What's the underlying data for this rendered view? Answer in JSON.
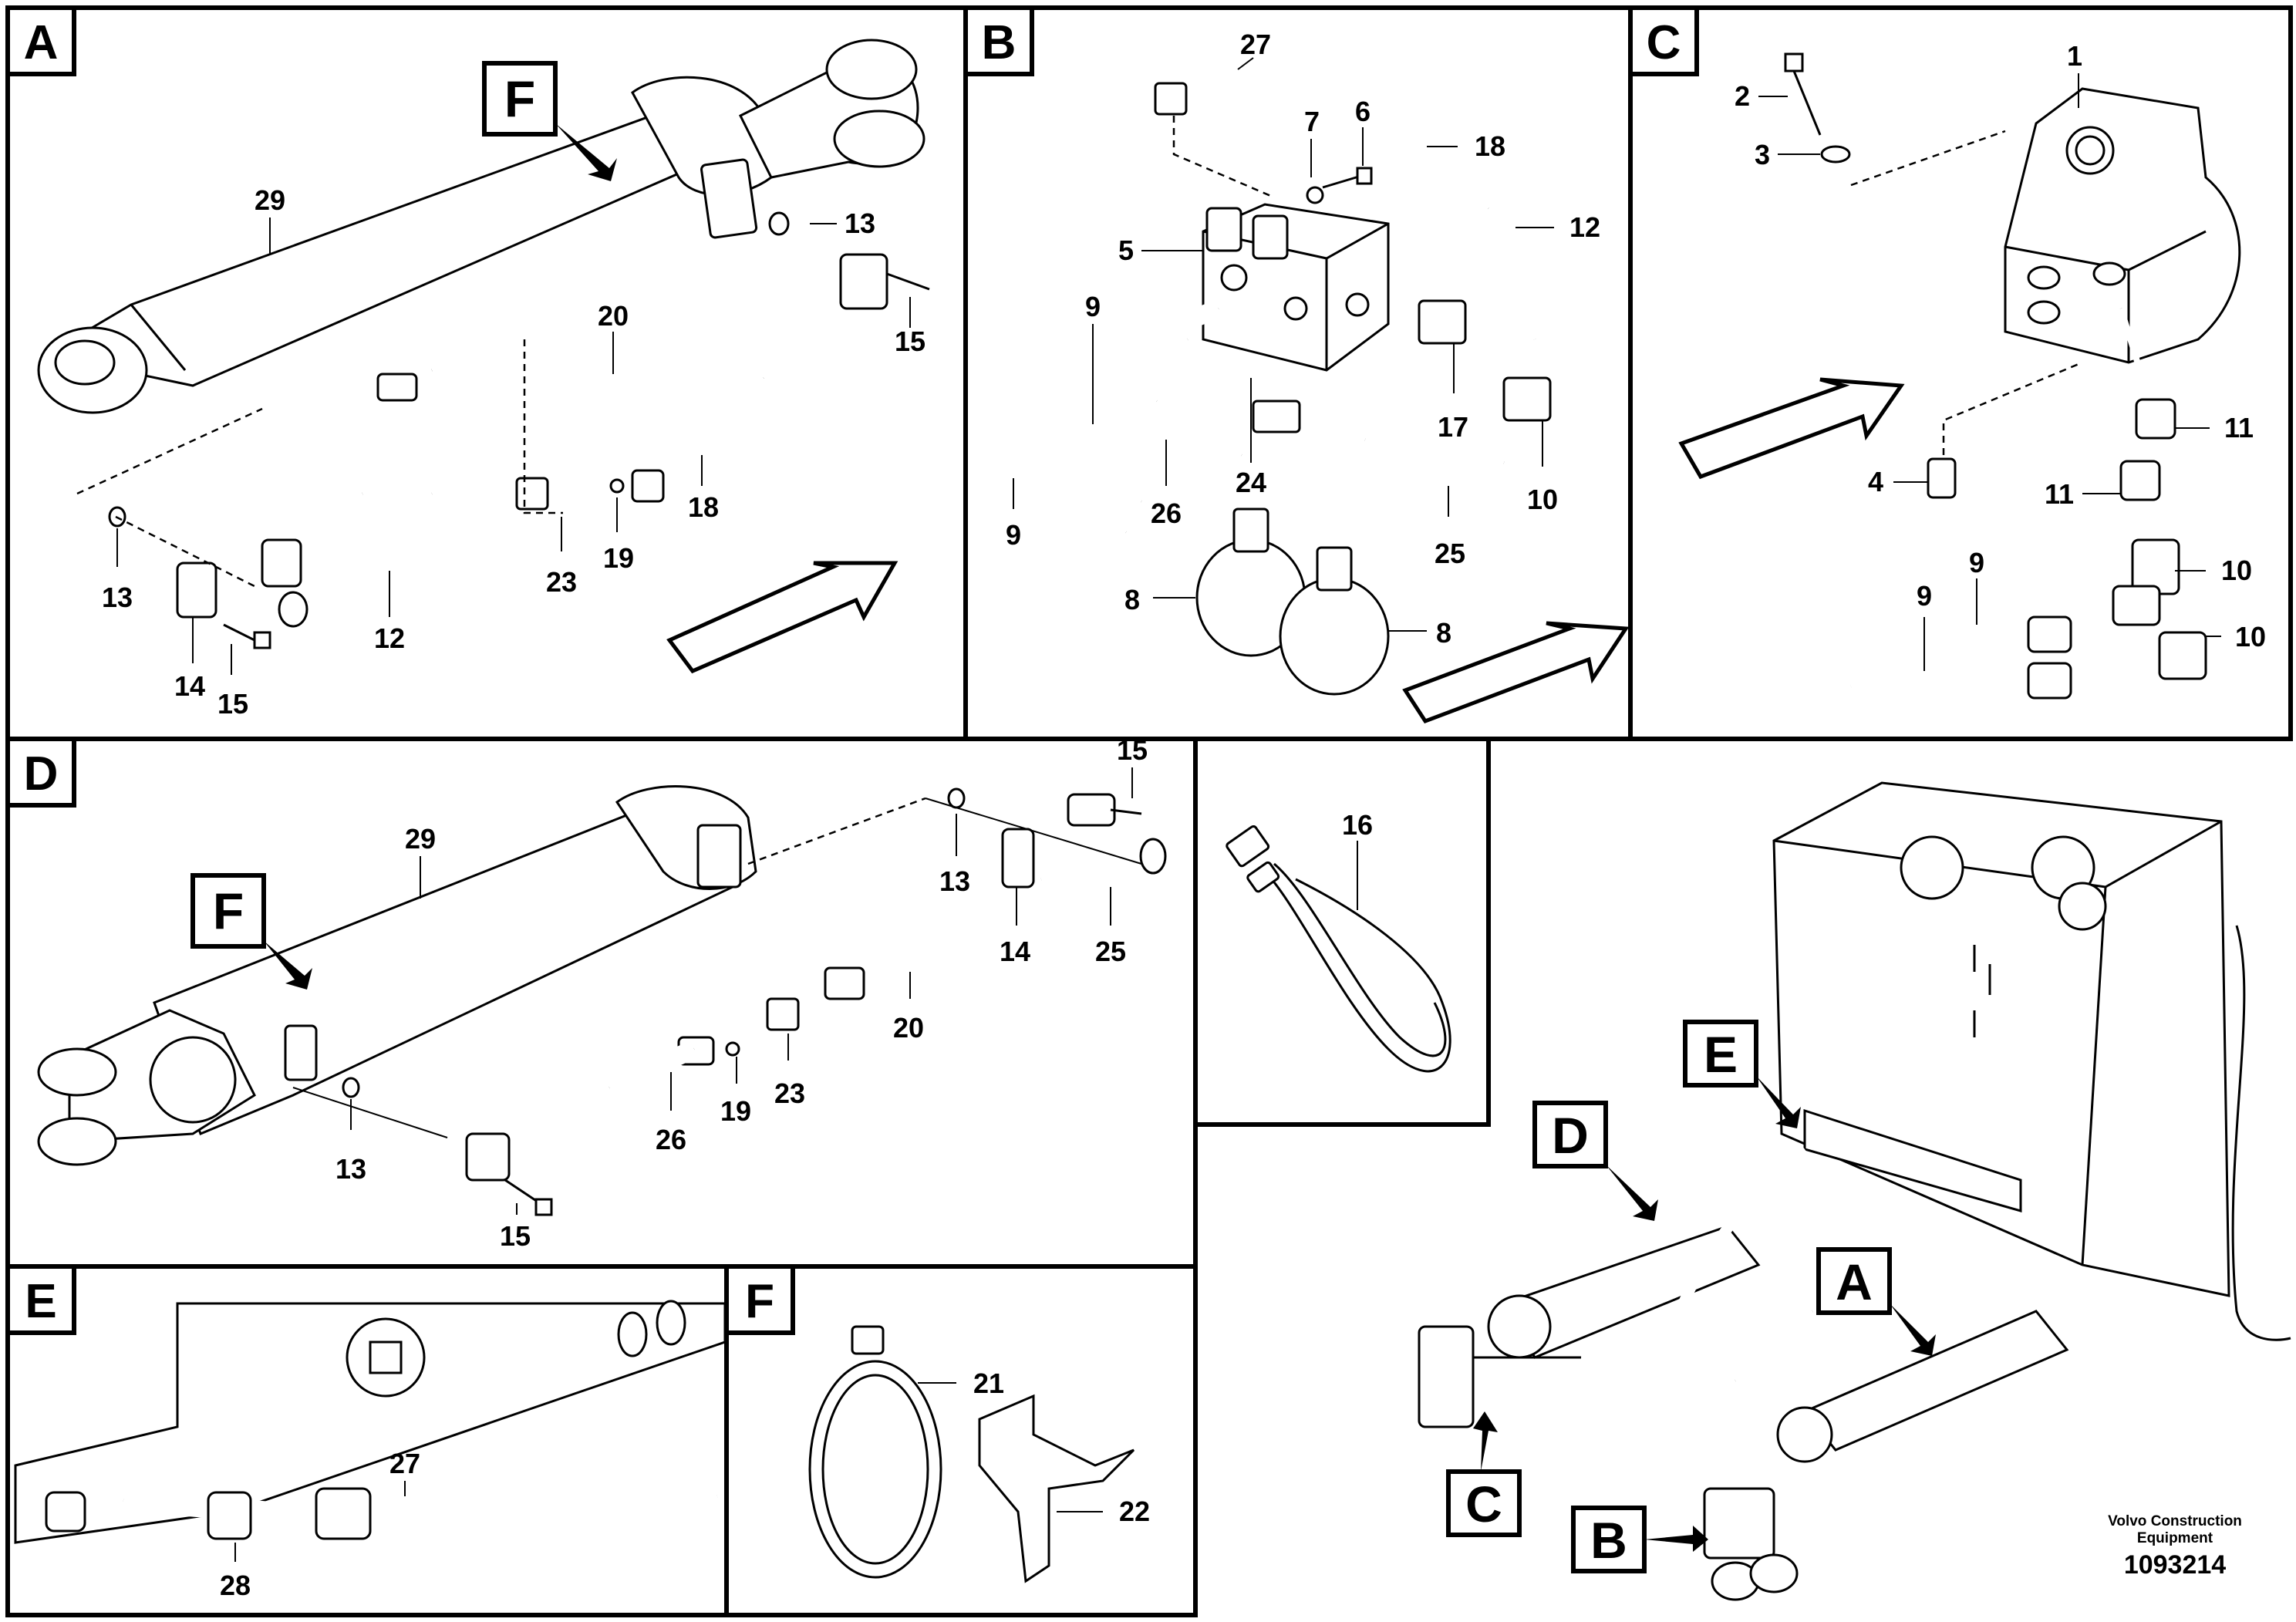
{
  "panels": {
    "A": {
      "label": "A"
    },
    "B": {
      "label": "B"
    },
    "C": {
      "label": "C"
    },
    "D": {
      "label": "D"
    },
    "E": {
      "label": "E"
    },
    "F": {
      "label": "F"
    }
  },
  "callouts": {
    "F_in_A": "F",
    "F_in_D": "F",
    "E_overview": "E",
    "D_overview": "D",
    "A_overview": "A",
    "C_overview": "C",
    "B_overview": "B"
  },
  "part_numbers": {
    "A": [
      "29",
      "13",
      "20",
      "15",
      "13",
      "14",
      "15",
      "12",
      "23",
      "19",
      "18"
    ],
    "B": [
      "27",
      "7",
      "6",
      "18",
      "5",
      "12",
      "9",
      "9",
      "26",
      "24",
      "17",
      "10",
      "25",
      "8",
      "8"
    ],
    "C": [
      "1",
      "2",
      "3",
      "11",
      "4",
      "11",
      "9",
      "10",
      "9",
      "10"
    ],
    "D": [
      "15",
      "29",
      "13",
      "14",
      "25",
      "20",
      "23",
      "19",
      "26",
      "13",
      "15"
    ],
    "clamp": [
      "16"
    ],
    "E": [
      "27",
      "28"
    ],
    "F": [
      "21",
      "22"
    ]
  },
  "footer": {
    "brand_line1": "Volvo Construction",
    "brand_line2": "Equipment",
    "doc_number": "1093214"
  }
}
